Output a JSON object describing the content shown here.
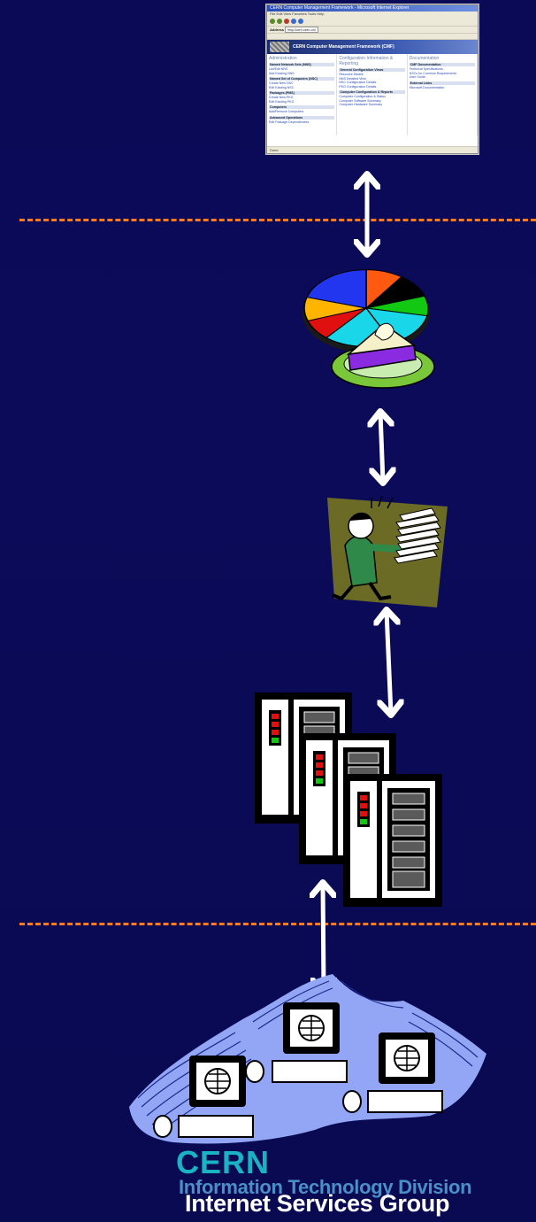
{
  "browser": {
    "window_title": "CERN Computer Management Framework - Microsoft Internet Explorer",
    "menu": "File   Edit   View   Favorites   Tools   Help",
    "address_label": "Address",
    "address": "http://cmf.cern.ch/",
    "banner_title": "CERN Computer Management Framework (CMF)",
    "columns": [
      {
        "heading": "Administration",
        "sections": [
          {
            "title": "Named Network Sets (NNS)",
            "links": [
              "List/Edit NNS",
              "Add Existing NNS"
            ]
          },
          {
            "title": "Named Set of Computers (NSC)",
            "links": [
              "Create New NSC",
              "Edit Existing NSC"
            ]
          },
          {
            "title": "Packages (PMS)",
            "links": [
              "Create New PKG",
              "Edit Existing PKG"
            ]
          },
          {
            "title": "Computers",
            "links": [
              "Add/Remove Computers"
            ]
          },
          {
            "title": "Advanced Operations",
            "links": [
              "Edit Package Dependencies"
            ]
          }
        ]
      },
      {
        "heading": "Configuration Information & Reporting",
        "sections": [
          {
            "title": "General Configuration Views",
            "links": [
              "Resource Details",
              "NNS Detailed View",
              "NSC Configuration Details",
              "PKG Configuration Details"
            ]
          },
          {
            "title": "Computer Configuration & Reports",
            "links": [
              "Computer Configuration & Status",
              "Computer Software Summary",
              "Computer Hardware Summary"
            ]
          }
        ]
      },
      {
        "heading": "Documentation",
        "sections": [
          {
            "title": "CMF Documentation",
            "links": [
              "Technical Specifications",
              "NSCs for Common Requirements",
              "User Guide"
            ]
          },
          {
            "title": "External Links",
            "links": [
              "Microsoft Documentation"
            ]
          }
        ]
      }
    ],
    "status": "Done"
  },
  "cern_logo": {
    "line1": "CERN",
    "line2": "Information Technology Division",
    "line3": "Internet Services Group"
  },
  "colors": {
    "background": "#0a0a56",
    "divider": "#ff7a1a",
    "arrow": "#ffffff",
    "cern_teal": "#19b3c4"
  },
  "icons": [
    "browser-screenshot",
    "pie-chart-icon",
    "busy-worker-icon",
    "server-rack-icon",
    "network-workstations-icon"
  ]
}
